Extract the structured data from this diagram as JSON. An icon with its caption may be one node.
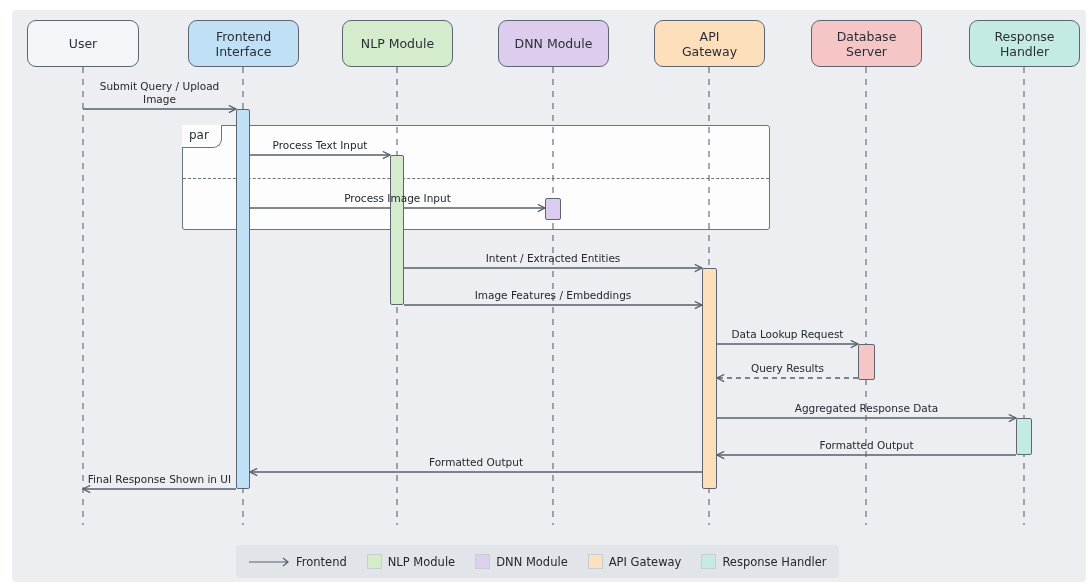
{
  "diagram": {
    "nodes": [
      {
        "text": [
          "User"
        ]
      },
      {
        "text": [
          "Frontend Interface"
        ]
      },
      {
        "text": [
          "NLP Module"
        ]
      },
      {
        "text": [
          "DNN Module"
        ]
      },
      {
        "text": [
          "API Gateway"
        ]
      },
      {
        "text": [
          "Database Server"
        ]
      },
      {
        "text": [
          "Response Handler"
        ]
      },
      {
        "text": [],
        "shape": "bar"
      },
      {
        "text": [],
        "shape": "bar"
      },
      {
        "text": [],
        "shape": "bar"
      },
      {
        "text": [],
        "shape": "bar"
      },
      {
        "text": [],
        "shape": "bar"
      },
      {
        "text": [],
        "shape": "bar"
      }
    ],
    "edges": [
      {
        "from": null,
        "to": 7,
        "arrow": "to",
        "label": "Submit Query / Upload Image"
      },
      {
        "from": 7,
        "to": 8,
        "arrow": "to",
        "label": "Process Text Input"
      },
      {
        "from": 7,
        "to": 9,
        "arrow": "to",
        "label": "Process Image Input"
      },
      {
        "from": 8,
        "to": 10,
        "arrow": "to",
        "label": "Intent / Extracted Entities"
      },
      {
        "from": 8,
        "to": 10,
        "arrow": "to",
        "label": "Image Features / Embeddings"
      },
      {
        "from": 10,
        "to": 11,
        "arrow": "to",
        "label": "Data Lookup Request"
      },
      {
        "from": 11,
        "to": 10,
        "arrow": "to",
        "label": "Query Results",
        "style": "dashed"
      },
      {
        "from": 10,
        "to": 12,
        "arrow": "to",
        "label": "Aggregated Response Data"
      },
      {
        "from": 12,
        "to": 10,
        "arrow": "to",
        "label": "Formatted Output"
      },
      {
        "from": 10,
        "to": 7,
        "arrow": "to",
        "label": "Formatted Output"
      },
      {
        "from": 7,
        "to": null,
        "arrow": "to",
        "label": "Final Response Shown in UI"
      }
    ],
    "labels": [
      "par"
    ],
    "legend": [
      {
        "text": "Frontend"
      },
      {
        "text": "NLP Module",
        "color": "#d5ecc8"
      },
      {
        "text": "DNN Module",
        "color": "#ddd0ef"
      },
      {
        "text": "API Gateway",
        "color": "#fde0bd"
      },
      {
        "text": "Response Handler",
        "color": "#c6ebe4"
      }
    ]
  }
}
